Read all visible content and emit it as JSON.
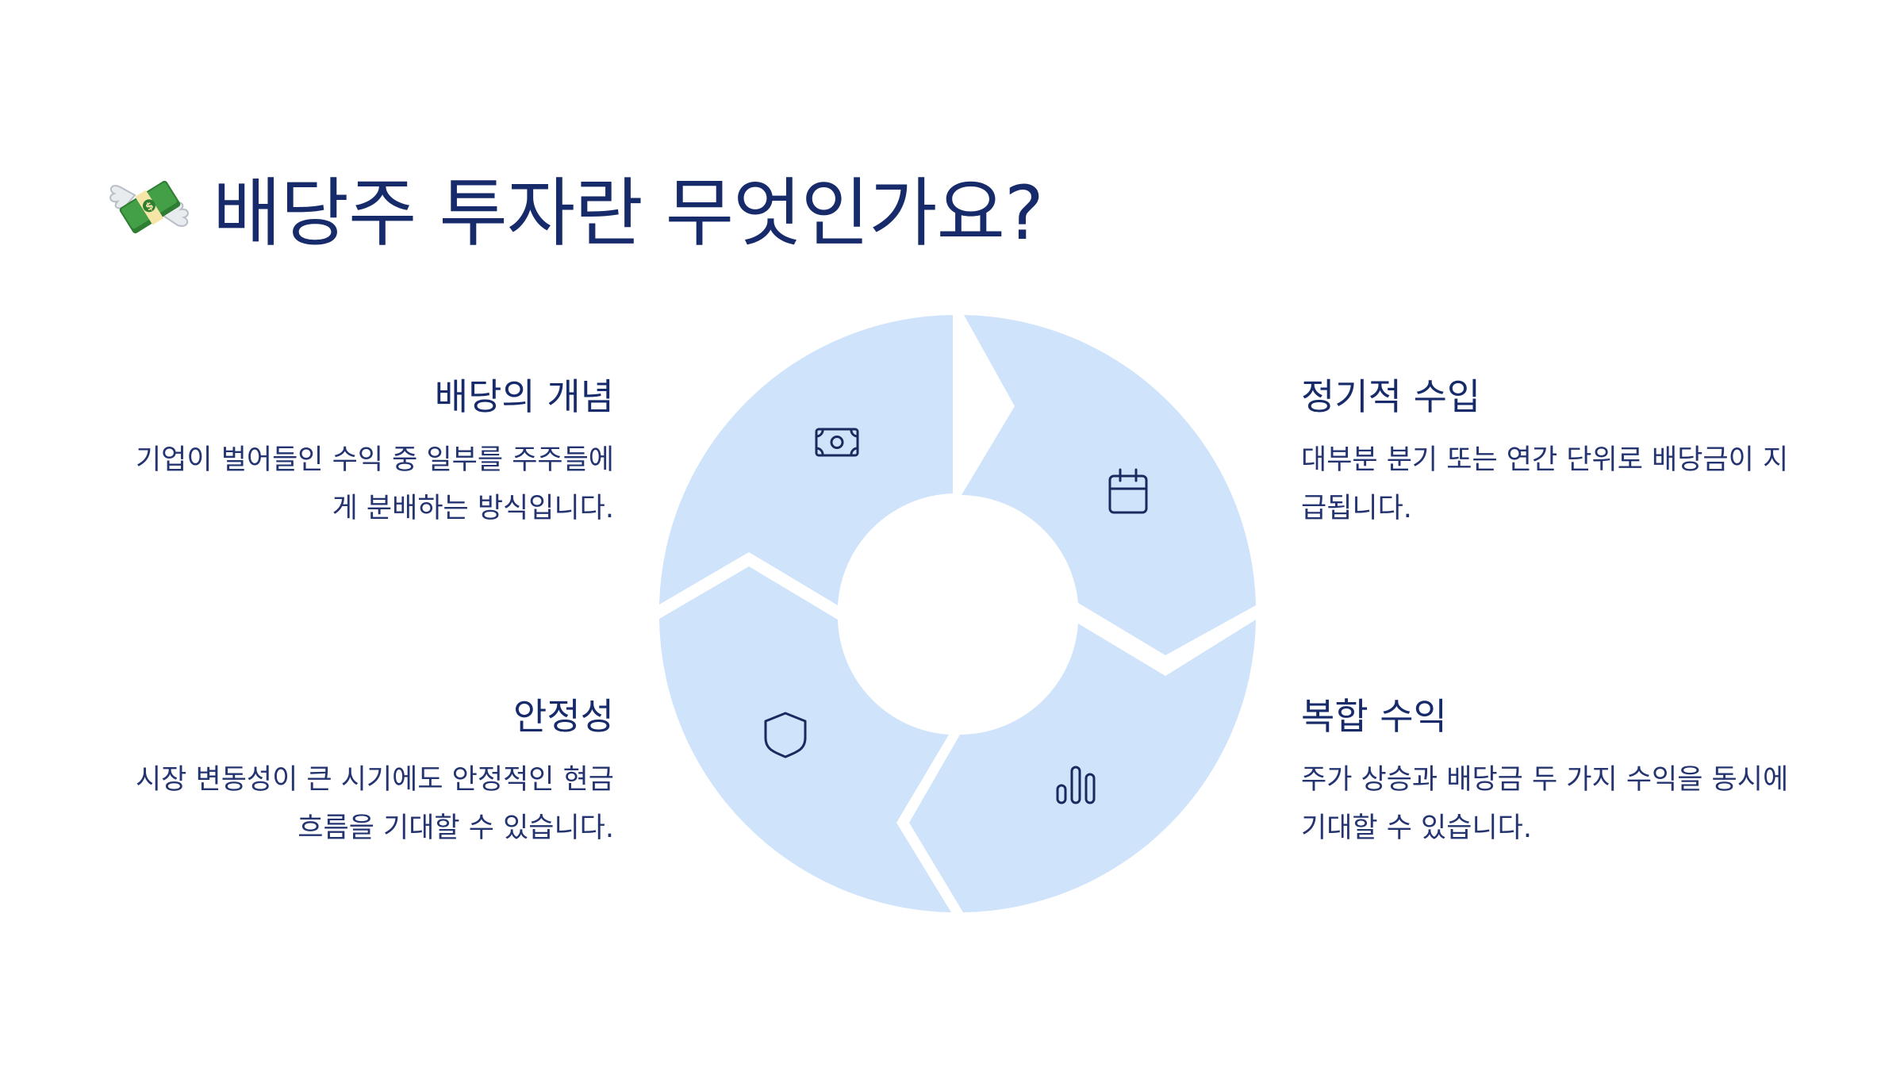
{
  "title": {
    "text": "배당주 투자란 무엇인가요?",
    "icon": "money-with-wings-icon"
  },
  "colors": {
    "segment_fill": "#cfe3fb",
    "icon_stroke": "#1a2a5e",
    "text": "#172b6b"
  },
  "blocks": {
    "concept": {
      "title": "배당의 개념",
      "desc_line1": "기업이 벌어들인 수익 중 일부를 주주들에",
      "desc_line2": "게 분배하는 방식입니다.",
      "icon": "banknote-icon"
    },
    "regular_income": {
      "title": "정기적 수입",
      "desc_line1": "대부분 분기 또는 연간 단위로 배당금이 지",
      "desc_line2": "급됩니다.",
      "icon": "calendar-icon"
    },
    "stability": {
      "title": "안정성",
      "desc_line1": "시장 변동성이 큰 시기에도 안정적인 현금",
      "desc_line2": "흐름을 기대할 수 있습니다.",
      "icon": "shield-icon"
    },
    "compound_return": {
      "title": "복합 수익",
      "desc_line1": "주가 상승과 배당금 두 가지 수익을 동시에",
      "desc_line2": "기대할 수 있습니다.",
      "icon": "bar-chart-icon"
    }
  }
}
